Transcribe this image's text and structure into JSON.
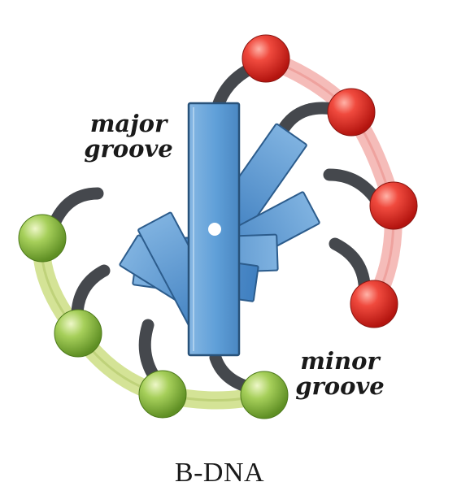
{
  "labels": {
    "major": [
      "major",
      "groove"
    ],
    "minor": [
      "minor",
      "groove"
    ],
    "title": "B-DNA"
  },
  "colors": {
    "background": "#ffffff",
    "base_fill": "#5b9bd5",
    "base_dark": "#2f6fad",
    "base_light": "#9cc4e8",
    "base_outline": "#28527a",
    "linker": "#4a4d52",
    "strand_red": "#f0a3a1",
    "strand_green": "#c6d97a",
    "sphere_red": "#e02a22",
    "sphere_green": "#8bc34a",
    "axis_dot": "#ffffff"
  },
  "diagram": {
    "name": "B-DNA",
    "red_strand_spheres": 4,
    "green_strand_spheres": 4,
    "base_pairs": 6
  }
}
